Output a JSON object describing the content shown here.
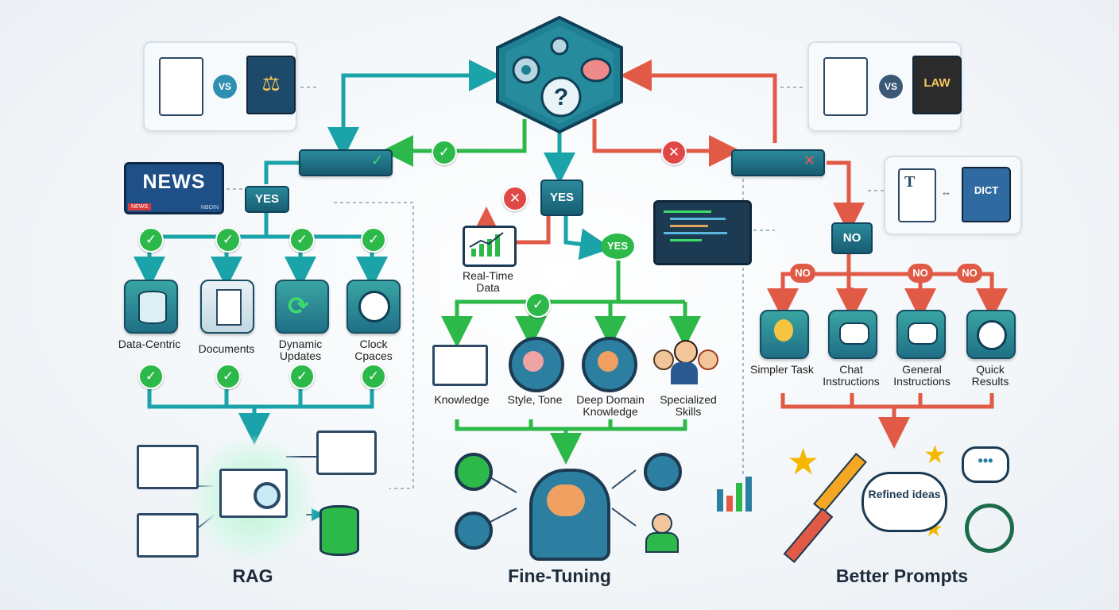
{
  "yes_labels": [
    "YES",
    "YES",
    "YES"
  ],
  "no_labels": [
    "NO",
    "NO",
    "NO",
    "NO"
  ],
  "vs_labels": [
    "VS",
    "VS"
  ],
  "left_badges": {
    "news": "NEWS",
    "news_ticker_a": "NEWS",
    "news_ticker_b": "NBOIN",
    "law": "LAW",
    "dict": "DICT"
  },
  "rag_items": [
    "Data-Centric",
    "Documents",
    "Dynamic Updates",
    "Clock Cpaces"
  ],
  "ft_items": [
    "Knowledge",
    "Style, Tone",
    "Deep Domain Knowledge",
    "Specialized Skills"
  ],
  "realtime_label": "Real-Time Data",
  "bp_items": [
    "Simpler Task",
    "Chat Instructions",
    "General Instructions",
    "Quick Results"
  ],
  "refined_label": "Refined ideas",
  "titles": {
    "rag": "RAG",
    "finetuning": "Fine-Tuning",
    "prompts": "Better Prompts"
  },
  "colors": {
    "green": "#2db84a",
    "teal": "#1aa3a8",
    "red": "#e05a46",
    "tile_dark": "#1f6f86"
  }
}
